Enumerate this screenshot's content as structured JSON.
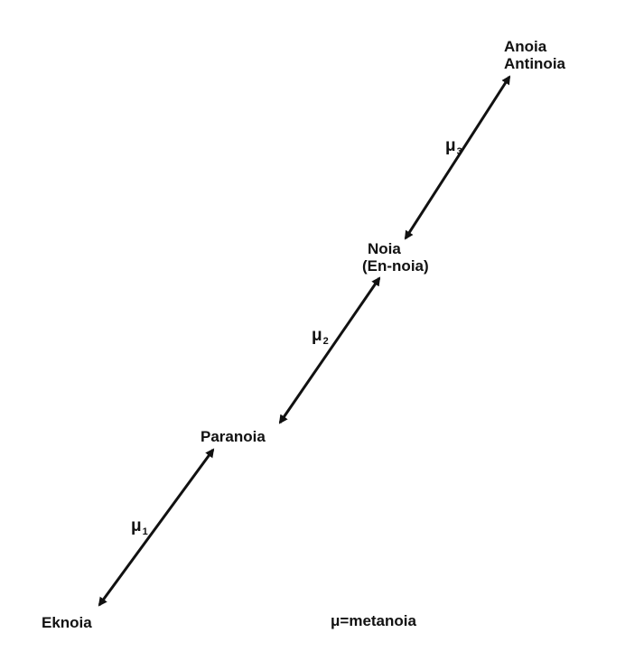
{
  "nodes": {
    "anoia": {
      "line1": "Anoia",
      "line2": "Antinoia"
    },
    "noia": {
      "line1": "Noia",
      "line2": "(En-noia)"
    },
    "paranoia": {
      "line1": "Paranoia"
    },
    "eknoia": {
      "line1": "Eknoia"
    }
  },
  "edge_labels": {
    "mu1": {
      "symbol": "μ",
      "sub": "1"
    },
    "mu2": {
      "symbol": "μ",
      "sub": "2"
    },
    "mu3": {
      "symbol": "μ",
      "sub": "3"
    }
  },
  "legend": {
    "text": "μ=metanoia"
  },
  "colors": {
    "ink": "#111111",
    "background": "#ffffff"
  }
}
